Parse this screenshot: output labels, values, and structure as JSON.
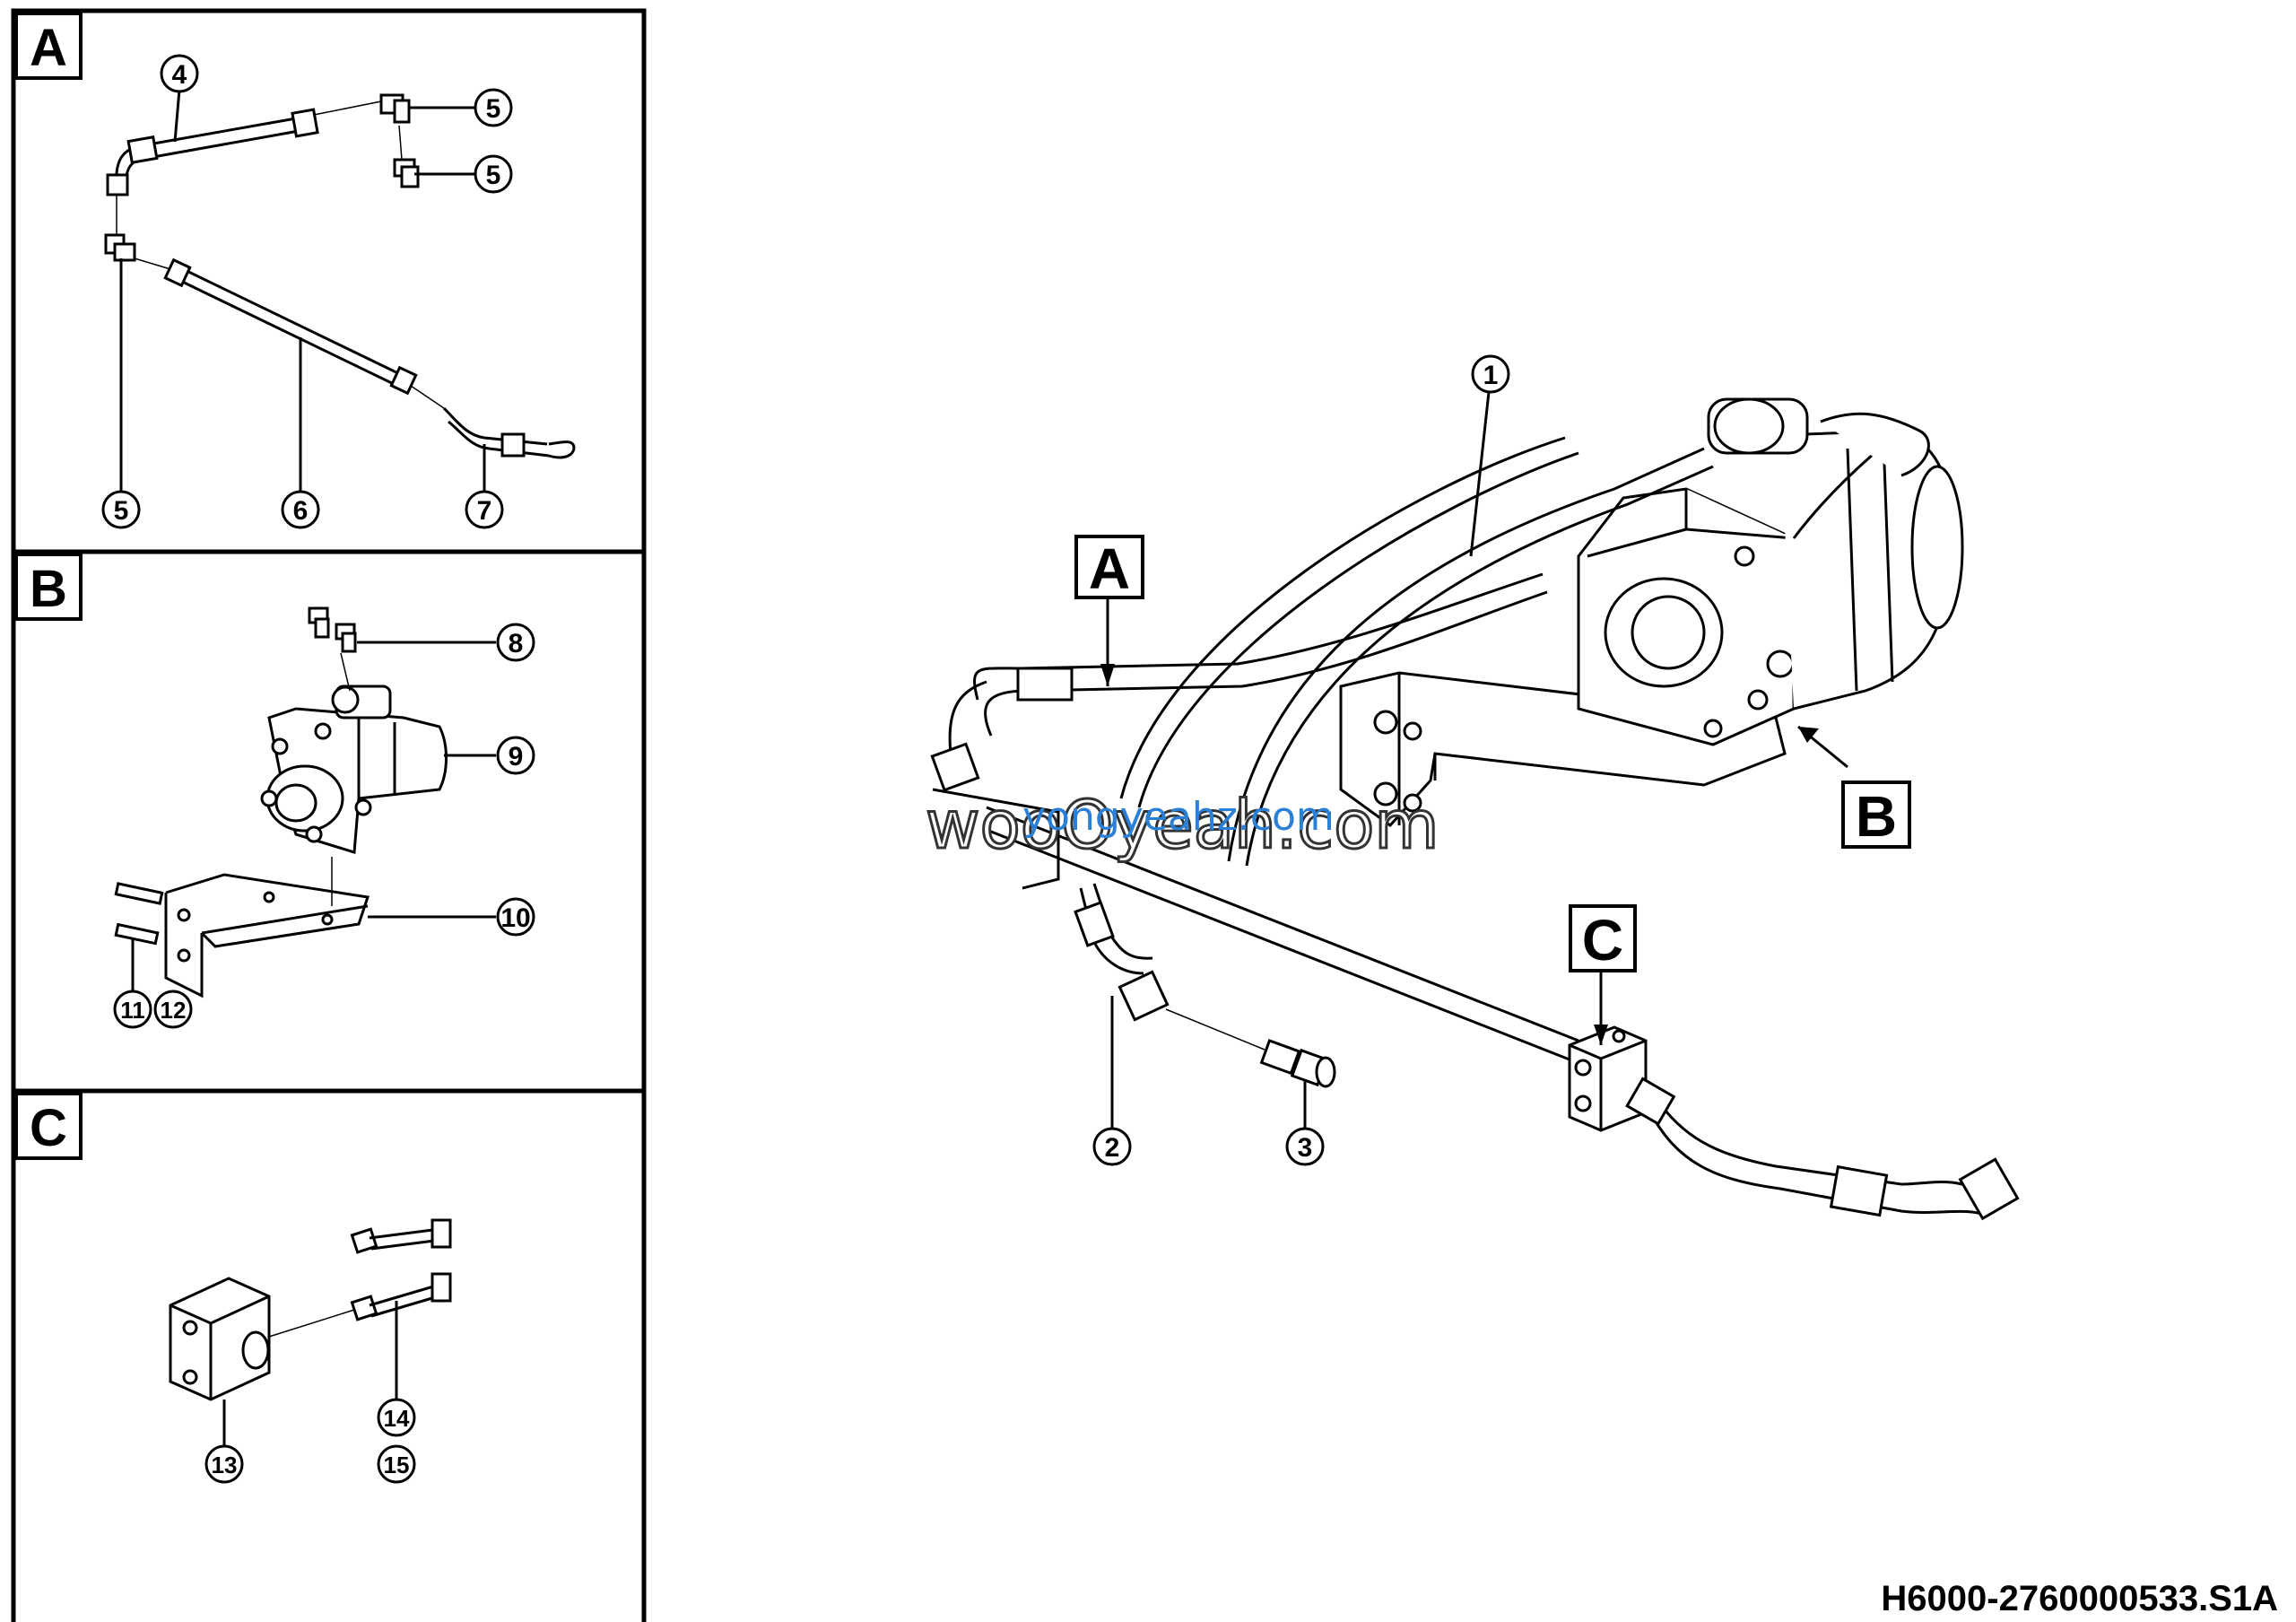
{
  "panels": {
    "A": {
      "label": "A",
      "callouts": [
        "4",
        "5",
        "5",
        "5",
        "6",
        "7"
      ]
    },
    "B": {
      "label": "B",
      "callouts": [
        "8",
        "9",
        "10",
        "11",
        "12"
      ]
    },
    "C": {
      "label": "C",
      "callouts": [
        "13",
        "14",
        "15"
      ]
    }
  },
  "main_view": {
    "labels": {
      "A": "A",
      "B": "B",
      "C": "C"
    },
    "callouts": [
      "1",
      "2",
      "3"
    ]
  },
  "watermark": {
    "primary": "wooOyeah.com",
    "secondary": "yongyeahz.com"
  },
  "document_number": "H6000-2760000533.S1A"
}
